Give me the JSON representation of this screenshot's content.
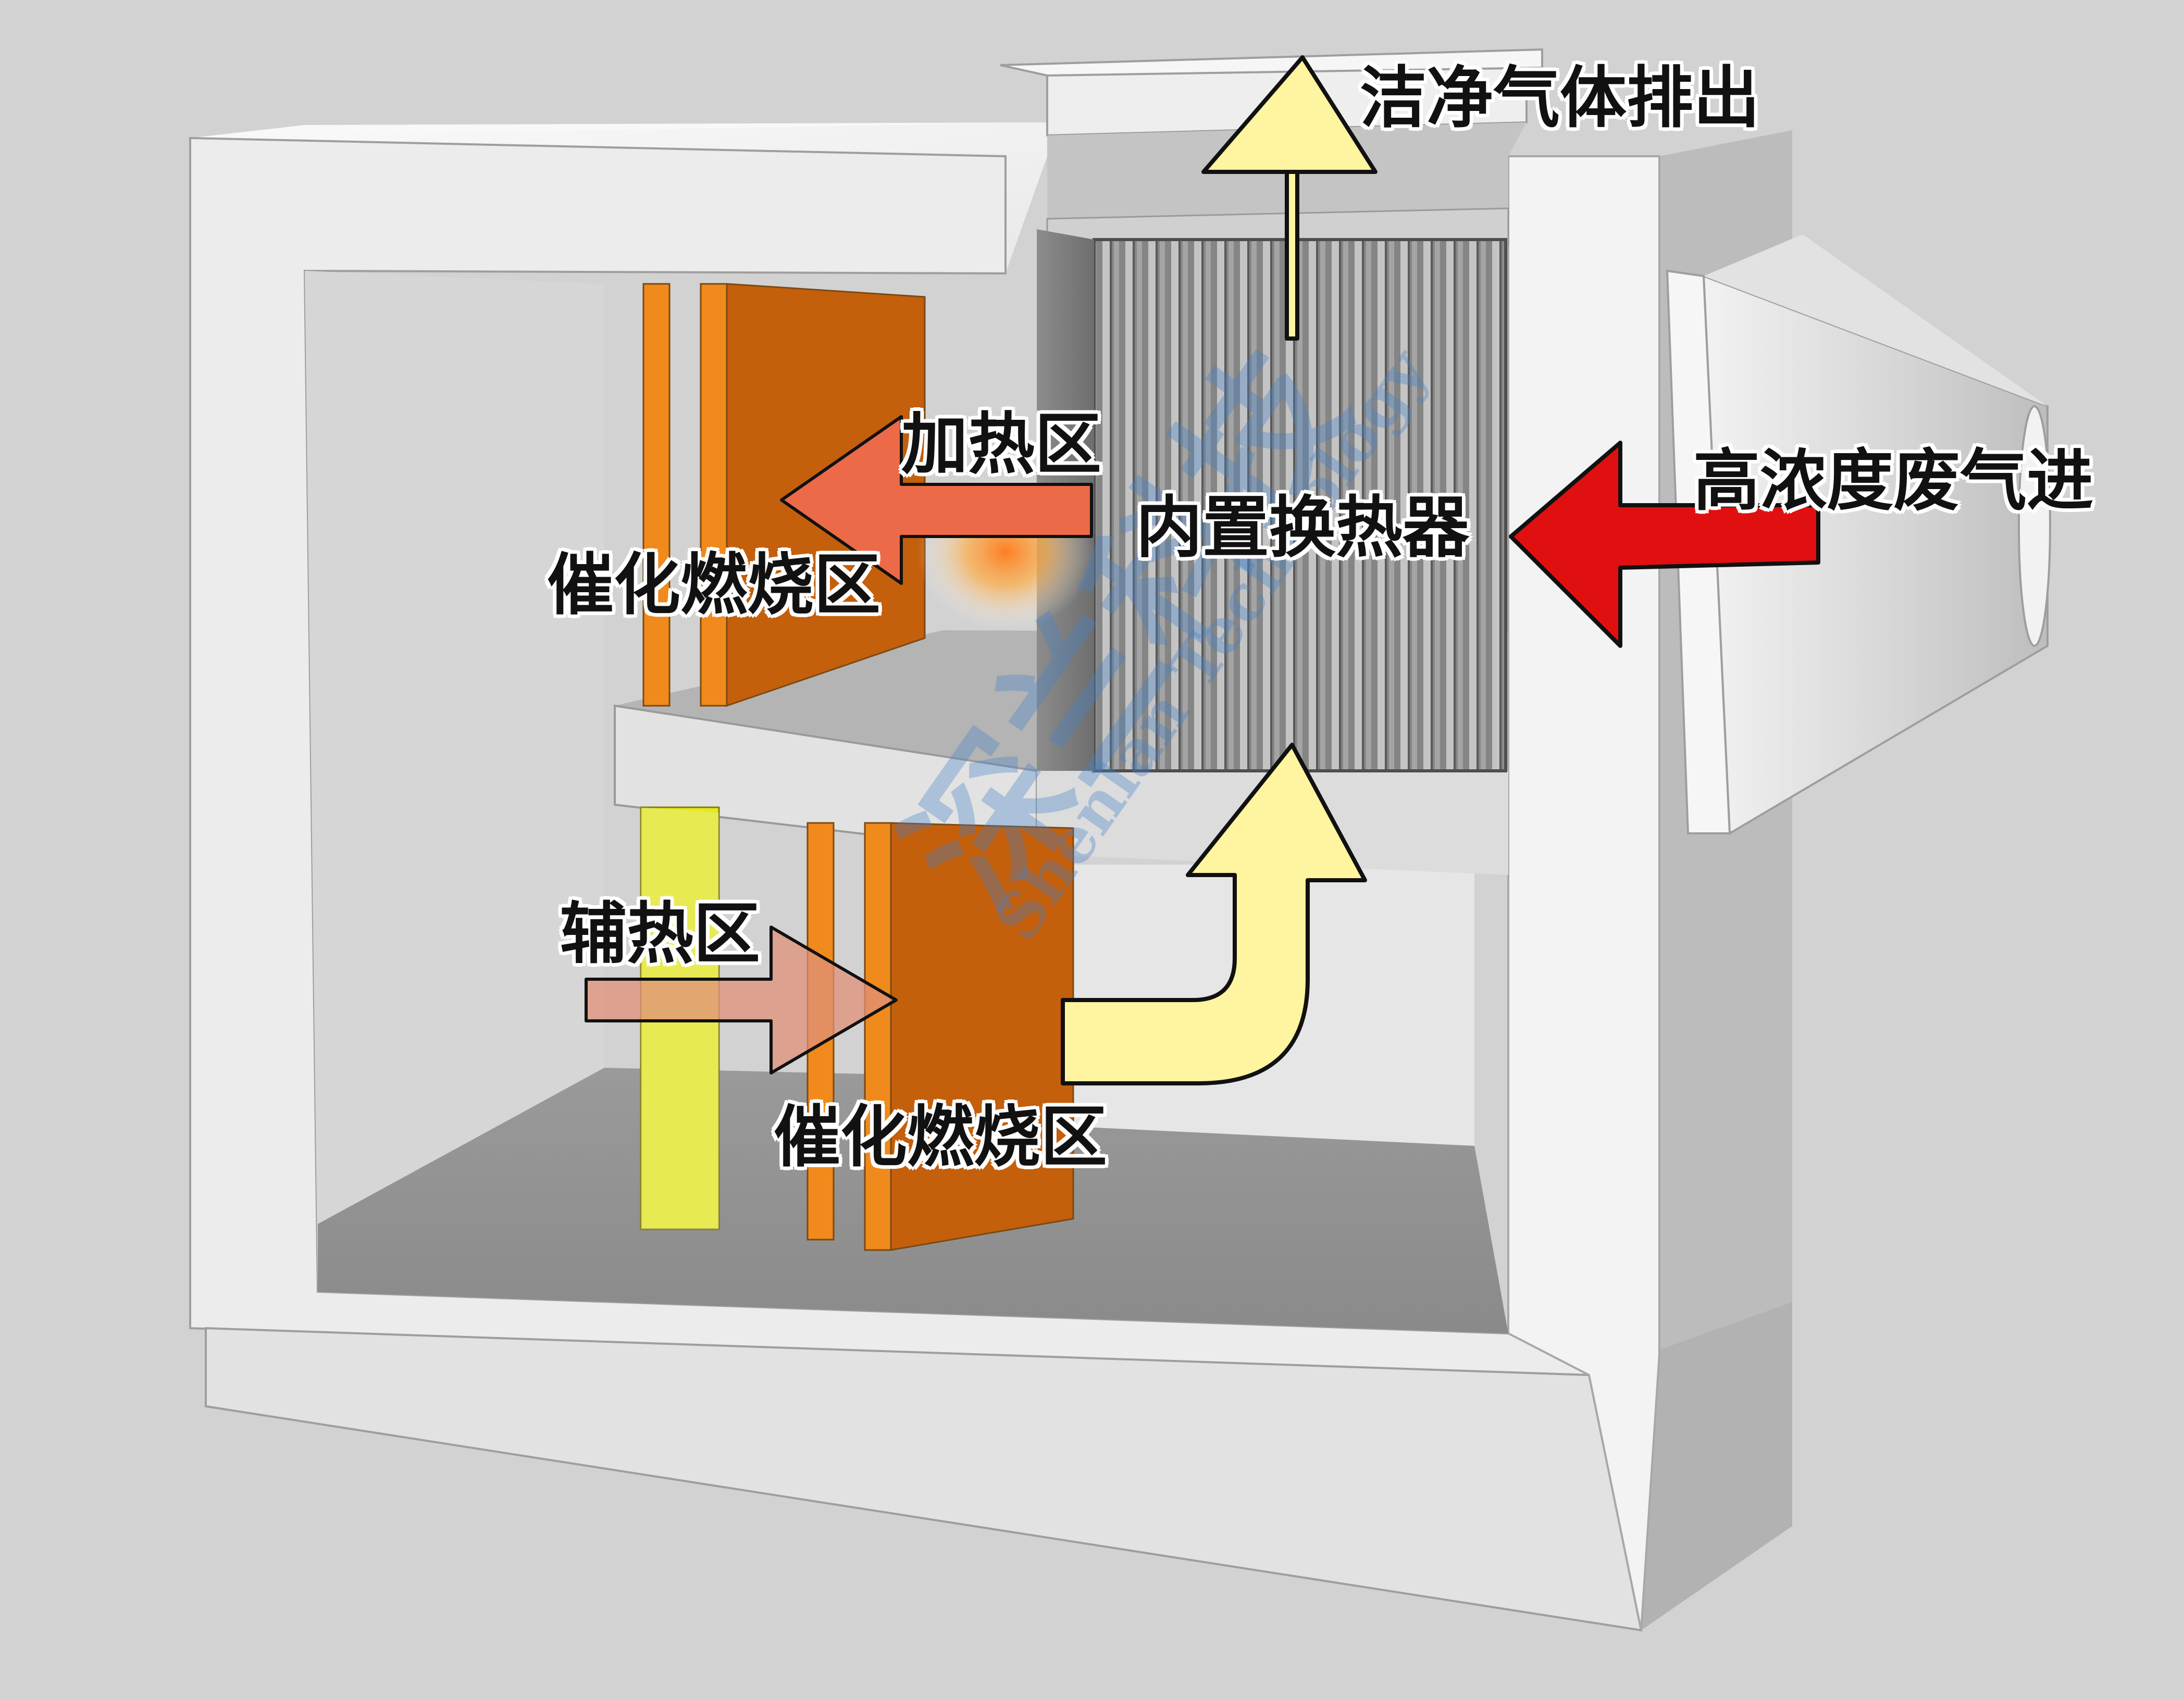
{
  "labels": {
    "clean_exhaust": "洁净气体排出",
    "high_conc_inlet": "高浓度废气进",
    "heating_zone": "加热区",
    "heat_exchanger": "内置换热器",
    "catalytic_zone_upper": "催化燃烧区",
    "aux_heat_zone": "辅热区",
    "catalytic_zone_lower": "催化燃烧区"
  },
  "watermark": {
    "cn": "深兰科技",
    "en": "Shenlan Technology"
  },
  "colors": {
    "background": "#d2d2d2",
    "housing": "#ececec",
    "catalyst_orange": "#f08a1c",
    "catalyst_dark": "#c45f0c",
    "aux_heater_yellow": "#e6ea18",
    "flow_arrow_pale": "#fff4a0",
    "inlet_arrow_red": "#e01010",
    "heating_arrow": "#ec6a48",
    "watermark_blue": "#4682c8"
  }
}
